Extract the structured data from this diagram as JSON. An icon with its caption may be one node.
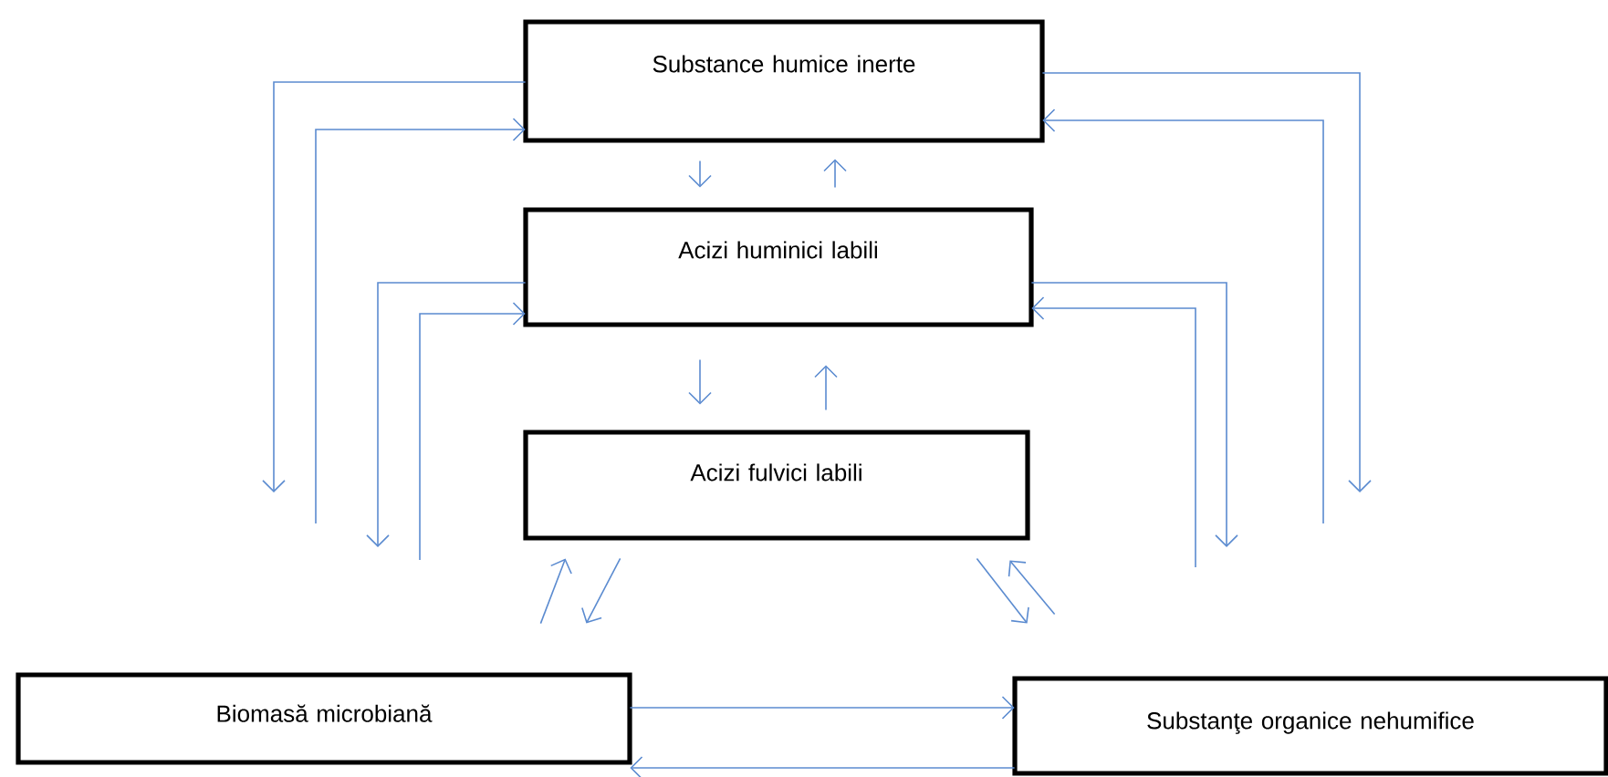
{
  "diagram": {
    "nodes": [
      {
        "text": [
          "Substance humice inerte"
        ]
      },
      {
        "text": [
          "Acizi huminici labili"
        ]
      },
      {
        "text": [
          "Acizi fulvici labili"
        ]
      },
      {
        "text": [
          "Biomasă microbiană"
        ]
      },
      {
        "text": [
          "Substanţe organice nehumifice"
        ]
      }
    ],
    "edges": [
      {
        "from": 0,
        "to": 1,
        "arrow": "to"
      },
      {
        "from": 1,
        "to": 0,
        "arrow": "to"
      },
      {
        "from": 1,
        "to": 2,
        "arrow": "to"
      },
      {
        "from": 2,
        "to": 1,
        "arrow": "to"
      },
      {
        "from": 3,
        "to": 2,
        "arrow": "to"
      },
      {
        "from": 2,
        "to": 3,
        "arrow": "to"
      },
      {
        "from": 2,
        "to": 4,
        "arrow": "to"
      },
      {
        "from": 4,
        "to": 2,
        "arrow": "to"
      },
      {
        "from": 3,
        "to": 4,
        "arrow": "to"
      },
      {
        "from": 4,
        "to": 3,
        "arrow": "to"
      },
      {
        "from": 0,
        "to": null,
        "arrow": "to"
      },
      {
        "from": null,
        "to": 0,
        "arrow": "to"
      },
      {
        "from": 1,
        "to": null,
        "arrow": "to"
      },
      {
        "from": null,
        "to": 1,
        "arrow": "to"
      },
      {
        "from": 0,
        "to": null,
        "arrow": "to"
      },
      {
        "from": null,
        "to": 0,
        "arrow": "to"
      },
      {
        "from": 1,
        "to": null,
        "arrow": "to"
      },
      {
        "from": null,
        "to": 1,
        "arrow": "to"
      }
    ]
  }
}
